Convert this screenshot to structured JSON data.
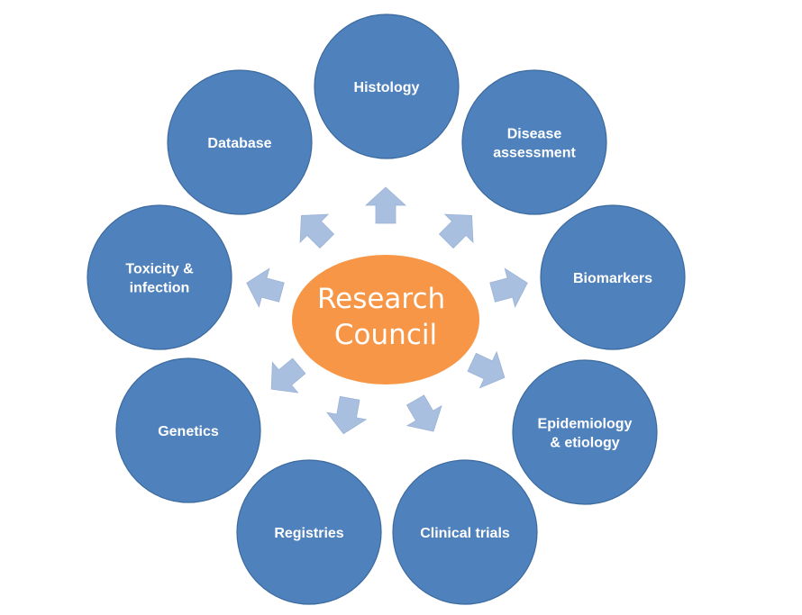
{
  "center": {
    "lines": [
      "Research",
      "Council"
    ],
    "color": "#f79646"
  },
  "node_color": "#4f81bd",
  "arrow_color": "#a9bfe0",
  "nodes": [
    {
      "id": "histology",
      "lines": [
        "Histology"
      ]
    },
    {
      "id": "disease-assessment",
      "lines": [
        "Disease",
        "assessment"
      ]
    },
    {
      "id": "biomarkers",
      "lines": [
        "Biomarkers"
      ]
    },
    {
      "id": "epidemiology-etiology",
      "lines": [
        "Epidemiology",
        "& etiology"
      ]
    },
    {
      "id": "clinical-trials",
      "lines": [
        "Clinical trials"
      ]
    },
    {
      "id": "registries",
      "lines": [
        "Registries"
      ]
    },
    {
      "id": "genetics",
      "lines": [
        "Genetics"
      ]
    },
    {
      "id": "toxicity-infection",
      "lines": [
        "Toxicity &",
        "infection"
      ]
    },
    {
      "id": "database",
      "lines": [
        "Database"
      ]
    }
  ]
}
